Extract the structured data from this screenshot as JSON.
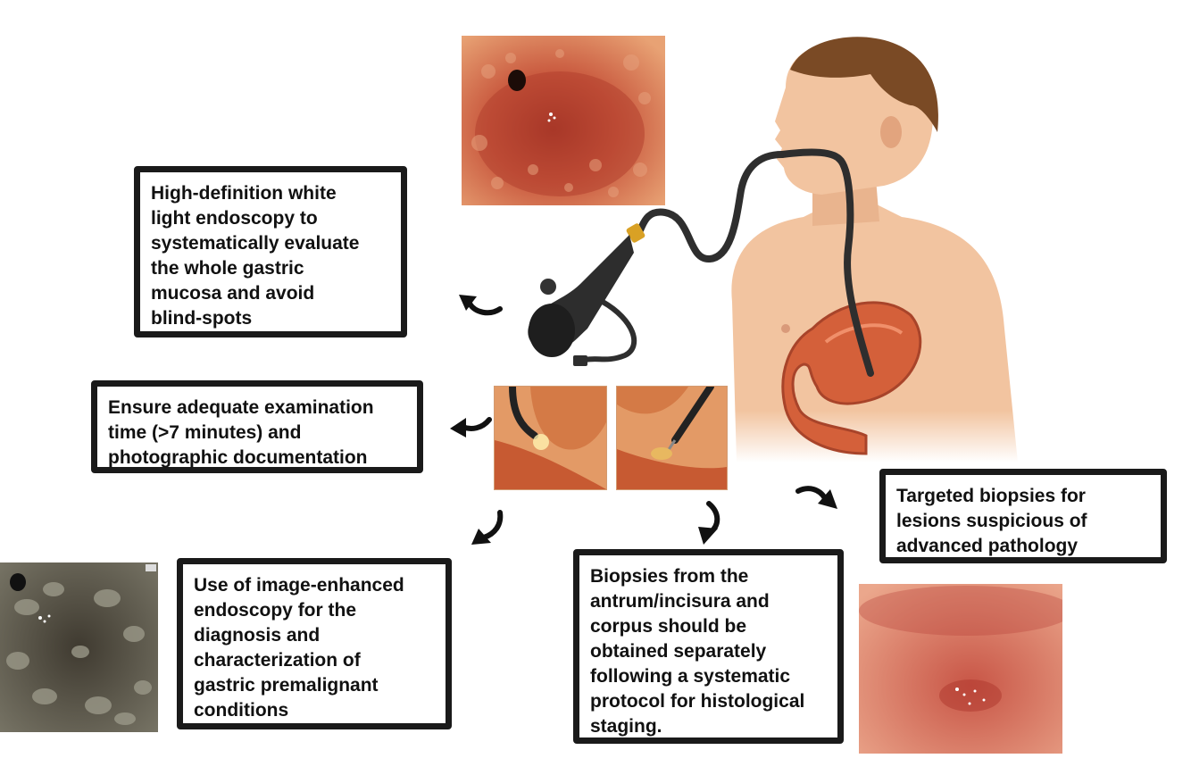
{
  "boxes": {
    "white_light": [
      "High-definition white",
      "light endoscopy to",
      "systematically evaluate",
      "the whole gastric",
      "mucosa and avoid",
      "blind-spots"
    ],
    "exam_time": [
      "Ensure adequate examination",
      "time (>7 minutes) and",
      "photographic documentation"
    ],
    "image_enhanced": [
      "Use of image-enhanced",
      "endoscopy for the",
      "diagnosis and",
      "characterization of",
      "gastric premalignant",
      "conditions"
    ],
    "biopsies_protocol": [
      "Biopsies from the",
      "antrum/incisura and",
      "corpus should be",
      "obtained separately",
      "following a systematic",
      "protocol for histological",
      "staging."
    ],
    "targeted_biopsies": [
      "Targeted biopsies for",
      "lesions suspicious of",
      "advanced pathology"
    ]
  },
  "colors": {
    "box_border": "#1a1a1a",
    "arrow": "#111111",
    "skin": "#f2c4a0",
    "hair": "#7a4a25",
    "stomach": "#d4603a",
    "mucosa": "#c4503e",
    "enhanced_mucosa": "#5d5a4e"
  },
  "icons": {
    "arrows": [
      "curved-arrow-icon"
    ]
  }
}
